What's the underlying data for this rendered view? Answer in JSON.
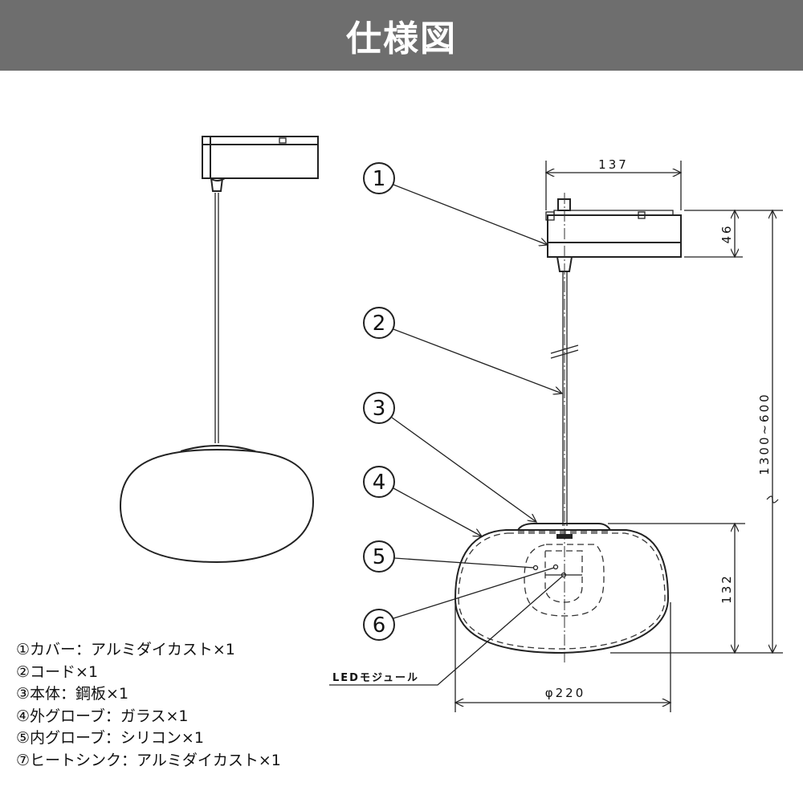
{
  "header": {
    "title": "仕様図"
  },
  "callouts": [
    "1",
    "2",
    "3",
    "4",
    "5",
    "6"
  ],
  "dimensions": {
    "adapter_width": "137",
    "adapter_height": "46",
    "total_height": "1300~600",
    "globe_height": "132",
    "globe_diameter": "φ220"
  },
  "labels": {
    "led_module": "LEDモジュール"
  },
  "parts": [
    "①カバー：アルミダイカスト×1",
    "②コード×1",
    "③本体：鋼板×1",
    "④外グローブ：ガラス×1",
    "⑤内グローブ：シリコン×1",
    "⑦ヒートシンク：アルミダイカスト×1"
  ]
}
